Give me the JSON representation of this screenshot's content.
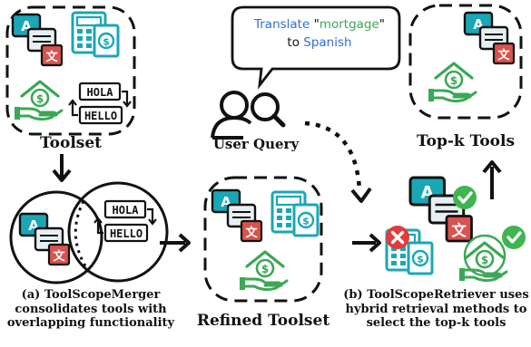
{
  "query": {
    "word_translate": "Translate",
    "quote_open": "\"",
    "term": "mortgage",
    "quote_close": "\"",
    "word_to": "to",
    "target_language": "Spanish"
  },
  "labels": {
    "toolset": "Toolset",
    "user_query": "User Query",
    "topk_tools": "Top-k Tools",
    "refined_toolset": "Refined Toolset"
  },
  "captions": {
    "merger": [
      "(a) ToolScopeMerger",
      "consolidates tools with",
      "overlapping functionality"
    ],
    "retriever": [
      "(b) ToolScopeRetriever uses",
      "hybrid retrieval methods to",
      "select the top-k tools"
    ]
  },
  "icon_text": {
    "translate_a": "A",
    "translate_b": "文",
    "hola": "HOLA",
    "hello": "HELLO",
    "dollar": "$"
  },
  "colors": {
    "teal": "#1aa7b5",
    "red": "#d9534f",
    "green": "#3aa856",
    "check_green": "#3fb44f",
    "cross_red": "#e23b3b",
    "orange": "#f0b52f"
  }
}
